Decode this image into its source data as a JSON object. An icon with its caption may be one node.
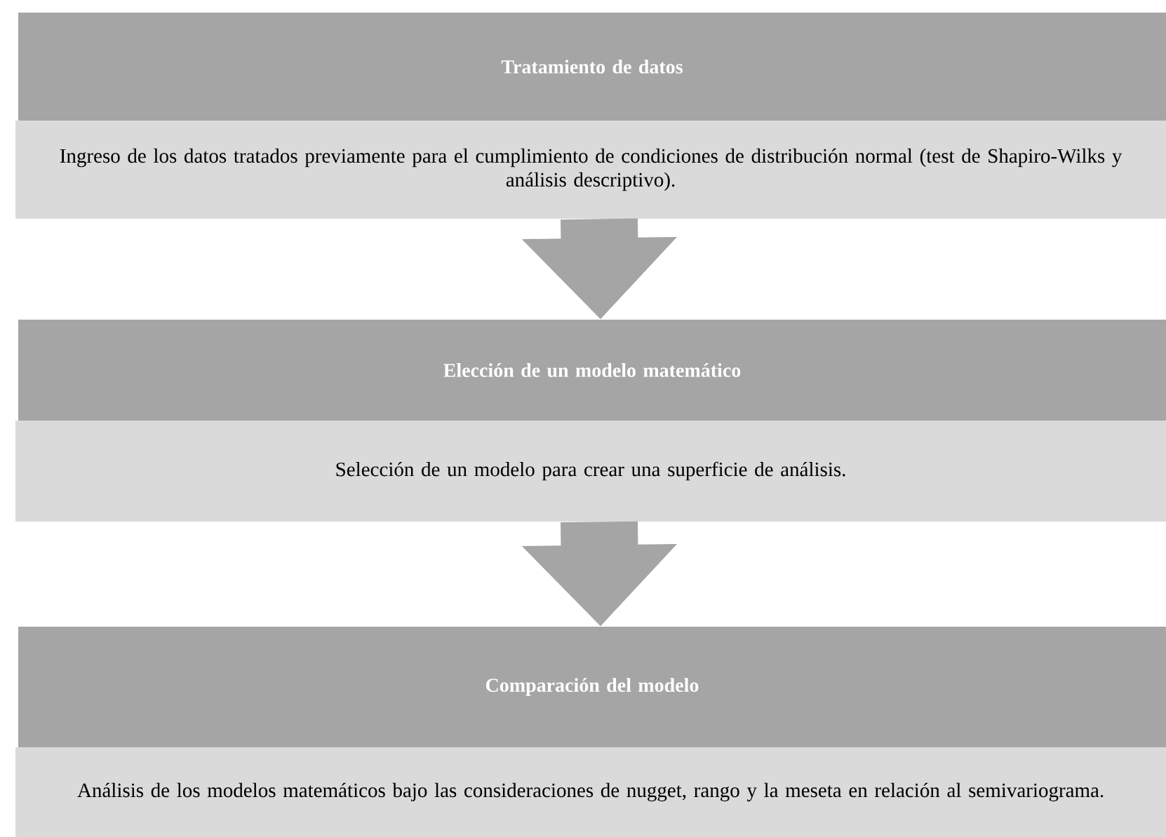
{
  "diagram": {
    "nodes": [
      {
        "text": [
          "Tratamiento de datos"
        ]
      },
      {
        "text": [
          "Ingreso de los datos tratados previamente para el cumplimiento de condiciones de distribución normal (test de Shapiro-Wilks y análisis descriptivo)."
        ]
      },
      {
        "text": [
          "Elección de un modelo matemático"
        ]
      },
      {
        "text": [
          "Selección de un modelo para crear una superficie de análisis."
        ]
      },
      {
        "text": [
          "Comparación del modelo"
        ]
      },
      {
        "text": [
          "Análisis de los modelos matemáticos bajo las consideraciones de nugget, rango y la meseta en relación al semivariograma."
        ]
      }
    ],
    "edges": [
      {
        "from": 1,
        "to": 2,
        "arrow": "to"
      },
      {
        "from": 3,
        "to": 4,
        "arrow": "to"
      }
    ]
  }
}
